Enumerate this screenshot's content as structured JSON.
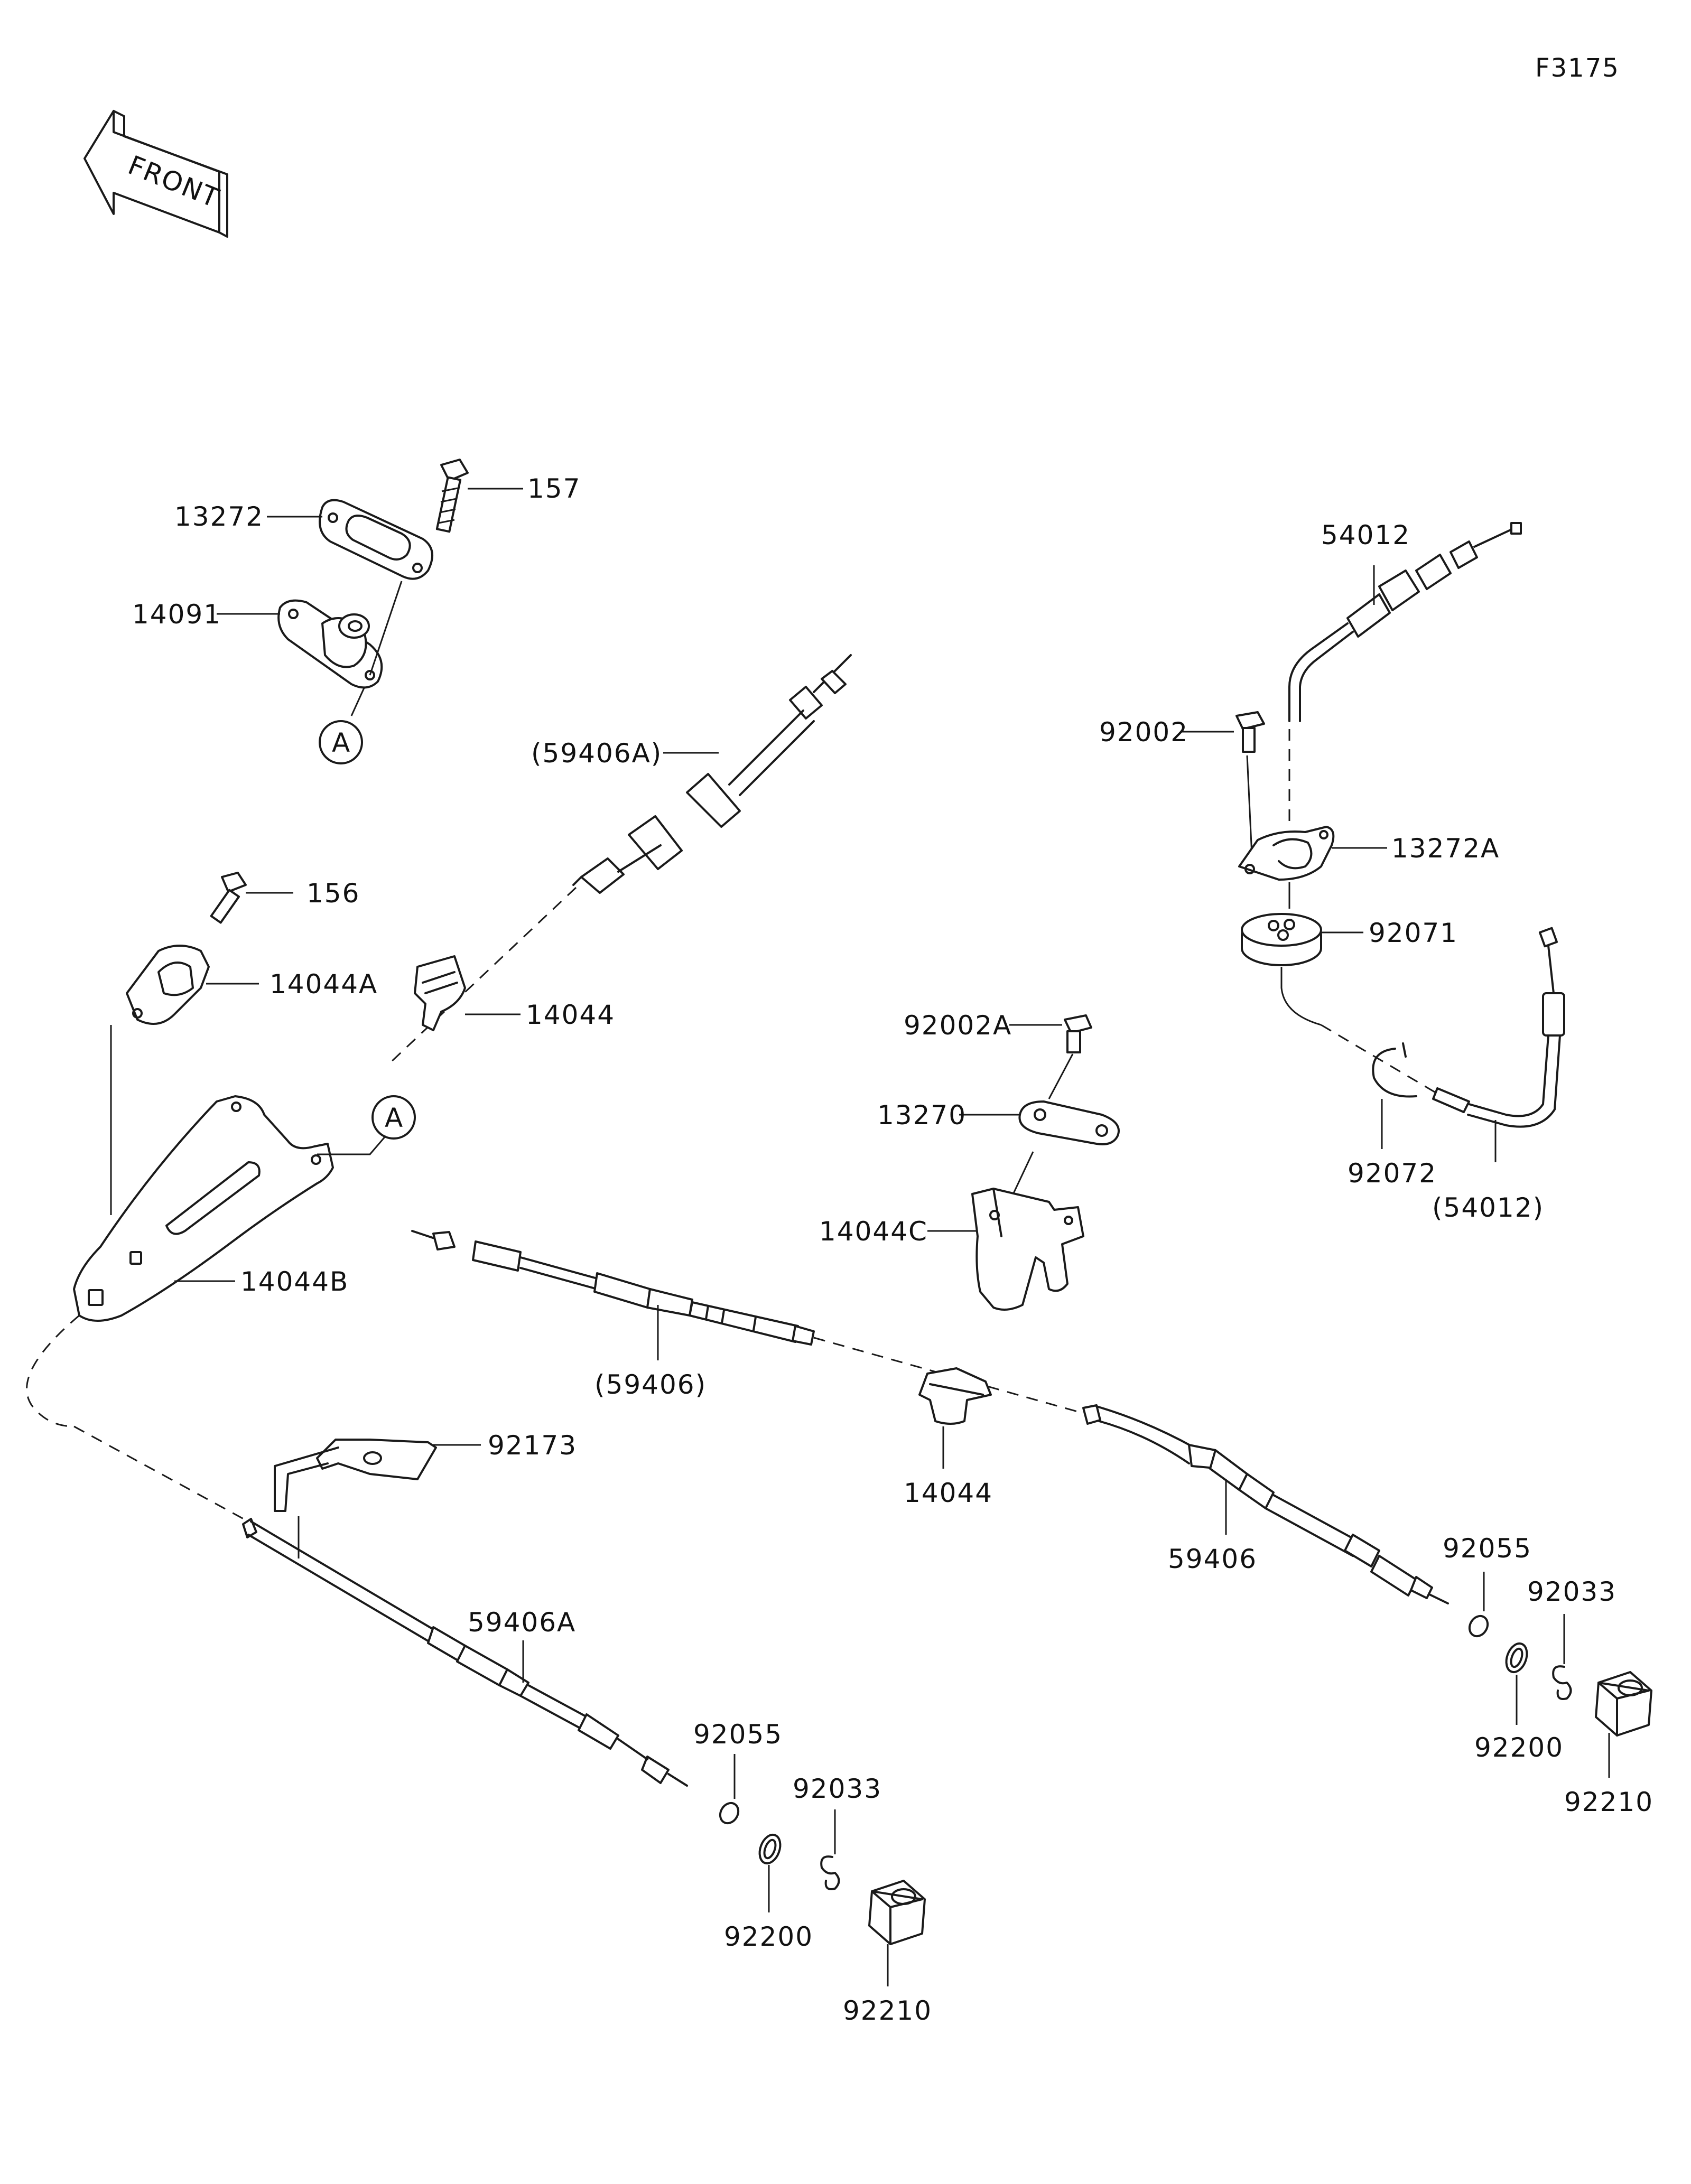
{
  "figure_code": "F3175",
  "front_label": "FRONT",
  "reference_marker": "A",
  "labels": {
    "p157": "157",
    "p13272": "13272",
    "p14091": "14091",
    "p59406A_paren": "(59406A)",
    "p156": "156",
    "p14044A": "14044A",
    "p14044_top": "14044",
    "p14044B": "14044B",
    "p54012": "54012",
    "p92002": "92002",
    "p13272A": "13272A",
    "p92071": "92071",
    "p92072": "92072",
    "p54012_paren": "(54012)",
    "p92002A": "92002A",
    "p13270": "13270",
    "p14044C": "14044C",
    "p59406_paren": "(59406)",
    "p14044_mid": "14044",
    "p92173": "92173",
    "p59406_right": "59406",
    "p59406A_bottom": "59406A",
    "p92055_right": "92055",
    "p92033_right": "92033",
    "p92200_right": "92200",
    "p92210_right": "92210",
    "p92055_bottom": "92055",
    "p92033_bottom": "92033",
    "p92200_bottom": "92200",
    "p92210_bottom": "92210"
  }
}
